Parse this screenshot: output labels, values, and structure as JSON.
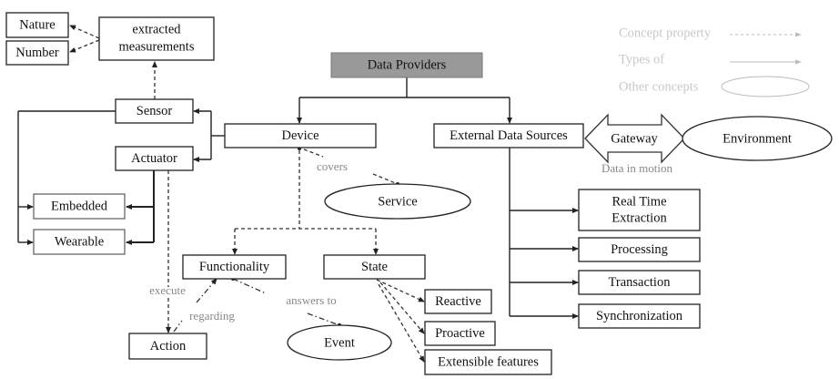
{
  "diagram": {
    "root": "Data Providers",
    "nodes": {
      "nature": "Nature",
      "number": "Number",
      "extracted_line1": "extracted",
      "extracted_line2": "measurements",
      "sensor": "Sensor",
      "actuator": "Actuator",
      "embedded": "Embedded",
      "wearable": "Wearable",
      "device": "Device",
      "service": "Service",
      "functionality": "Functionality",
      "state": "State",
      "action": "Action",
      "event": "Event",
      "reactive": "Reactive",
      "proactive": "Proactive",
      "extensible": "Extensible features",
      "external": "External Data Sources",
      "gateway": "Gateway",
      "environment": "Environment",
      "realtime_line1": "Real Time",
      "realtime_line2": "Extraction",
      "processing": "Processing",
      "transaction": "Transaction",
      "synchronization": "Synchronization"
    },
    "edge_labels": {
      "covers": "covers",
      "execute": "execute",
      "regarding": "regarding",
      "answers_to": "answers to",
      "data_in_motion": "Data in motion"
    },
    "legend": {
      "concept_property": "Concept property",
      "types_of": "Types of",
      "other_concepts": "Other concepts"
    },
    "colors": {
      "root_fill": "#999999",
      "legend_text": "#c8c8c8",
      "edge_label_text": "#888888"
    }
  }
}
